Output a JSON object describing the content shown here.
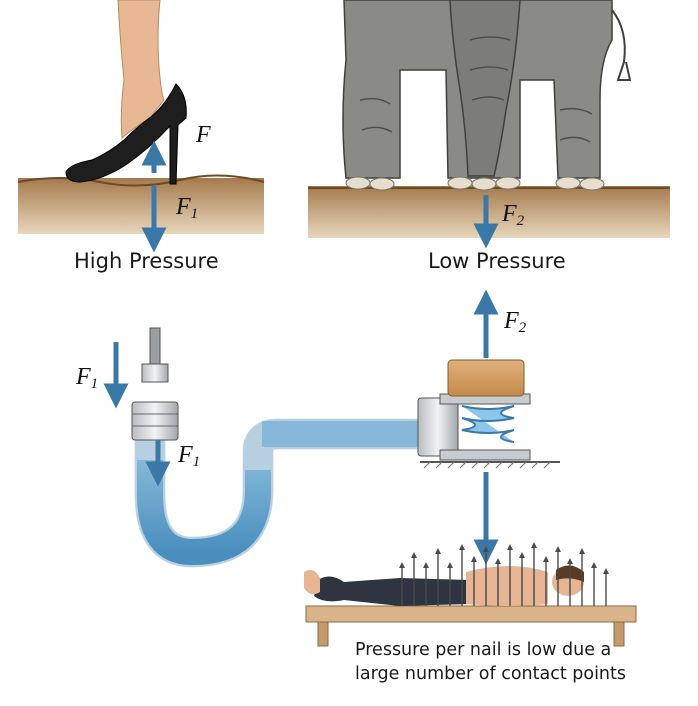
{
  "labels": {
    "heel_force": "F",
    "heel_reaction": "F",
    "heel_reaction_sub": "1",
    "elephant_force": "F",
    "elephant_force_sub": "2",
    "press_input": "F",
    "press_input_sub": "1",
    "press_inner": "F",
    "press_inner_sub": "1",
    "press_output": "F",
    "press_output_sub": "2"
  },
  "captions": {
    "left": "High Pressure",
    "right": "Low Pressure",
    "nail_line1": "Pressure per nail is low due a",
    "nail_line2": "large number of contact points"
  },
  "colors": {
    "arrow": "#3a78a8",
    "fluid": "#5aa8d8",
    "soil": "#b08a5c",
    "elephant": "#8a8a86",
    "wood": "#d9b48a"
  },
  "icons": [
    "high-heel-shoe-icon",
    "elephant-legs-icon",
    "hydraulic-press-icon",
    "bed-of-nails-icon"
  ]
}
